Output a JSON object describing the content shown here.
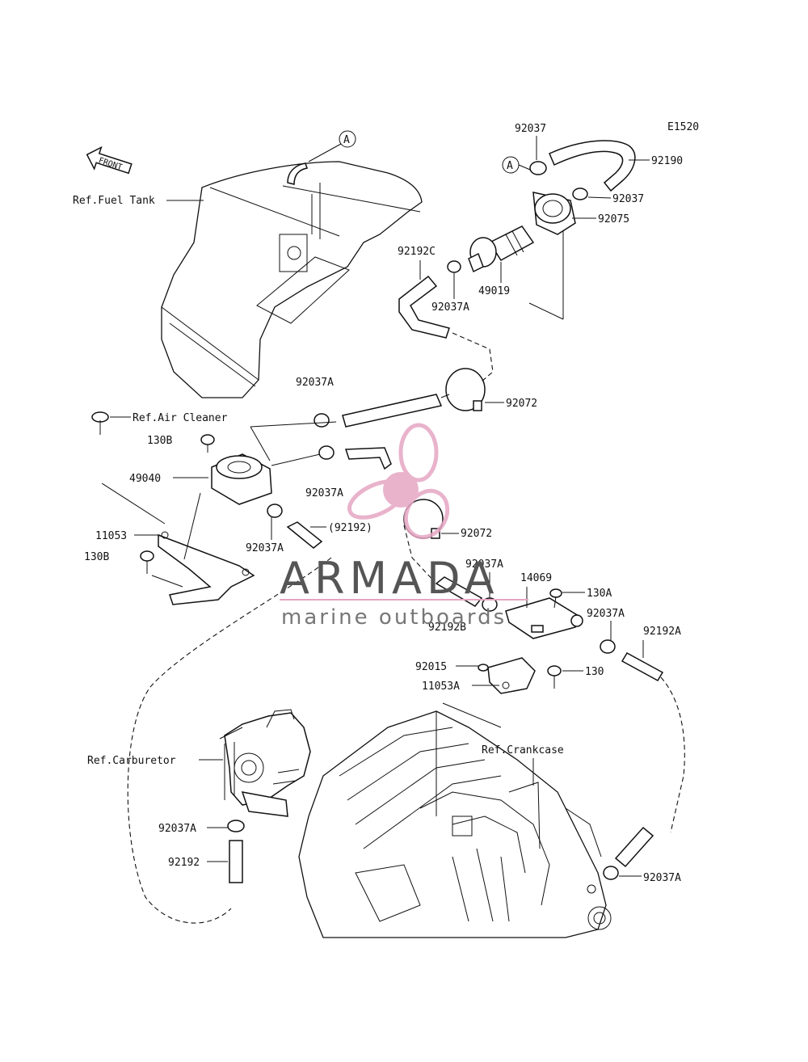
{
  "diagram": {
    "code": "E1520",
    "front_label": "FRONT",
    "ref_circle": "A",
    "labels": {
      "p92037_top": "92037",
      "p92190": "92190",
      "p92037_mid": "92037",
      "p92075": "92075",
      "p92192c": "92192C",
      "p49019": "49019",
      "p92037a_filter": "92037A",
      "ref_fuel_tank": "Ref.Fuel Tank",
      "p92037a_tank": "92037A",
      "p92072_a": "92072",
      "ref_air_cleaner": "Ref.Air Cleaner",
      "p130b_top": "130B",
      "p49040": "49040",
      "p92037a_pump": "92037A",
      "p92192_paren": "(92192)",
      "p92037a_pump2": "92037A",
      "p11053": "11053",
      "p130b_bottom": "130B",
      "p92072_b": "92072",
      "p92037a_mid": "92037A",
      "p14069": "14069",
      "p130a": "130A",
      "p92037a_right": "92037A",
      "p92192b": "92192B",
      "p92192a": "92192A",
      "p92015": "92015",
      "p130": "130",
      "p11053a": "11053A",
      "ref_crankcase": "Ref.Crankcase",
      "ref_carburetor": "Ref.Carburetor",
      "p92037a_carb": "92037A",
      "p92192_carb": "92192",
      "p92037a_crank": "92037A"
    }
  },
  "watermark": {
    "brand": "ARMADA",
    "tagline": "marine outboards",
    "logo_color": "#e6a6c4",
    "text_color": "#555555"
  }
}
